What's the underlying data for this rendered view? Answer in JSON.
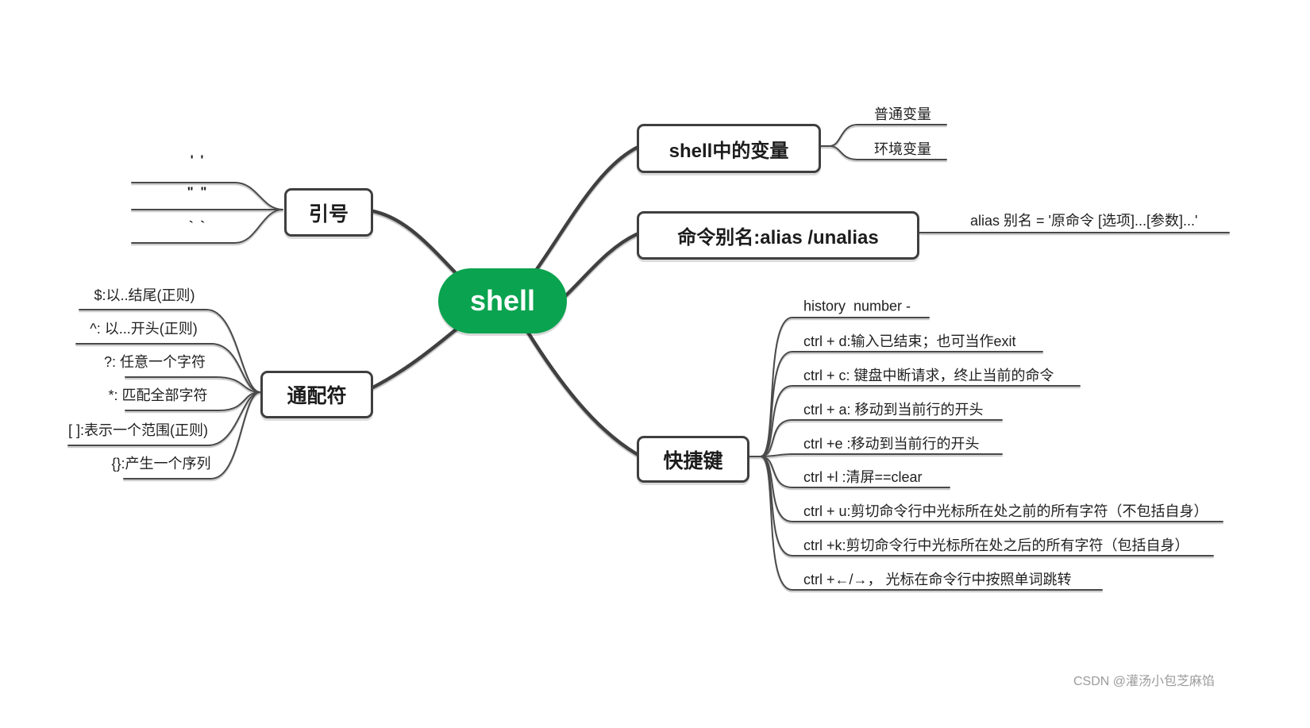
{
  "root": {
    "label": "shell"
  },
  "branches": [
    {
      "label": "引号",
      "children": [
        "' '",
        "\" \"",
        "` `"
      ]
    },
    {
      "label": "shell中的变量",
      "children": [
        "普通变量",
        "环境变量"
      ]
    },
    {
      "label": "命令别名:alias /unalias",
      "children": [
        "alias 别名 = '原命令 [选项]...[参数]...'"
      ]
    },
    {
      "label": "通配符",
      "children": [
        "$:以..结尾(正则)",
        "^: 以...开头(正则)",
        "?: 任意一个字符",
        "*: 匹配全部字符",
        "[ ]:表示一个范围(正则)",
        "{}:产生一个序列"
      ]
    },
    {
      "label": "快捷键",
      "children": [
        "history  number -",
        "ctrl + d:输入已结束；也可当作exit",
        "ctrl + c: 键盘中断请求，终止当前的命令",
        "ctrl + a: 移动到当前行的开头",
        "ctrl +e :移动到当前行的开头",
        "ctrl +l :清屏==clear",
        "ctrl + u:剪切命令行中光标所在处之前的所有字符（不包括自身）",
        "ctrl +k:剪切命令行中光标所在处之后的所有字符（包括自身）",
        "ctrl +←/→， 光标在命令行中按照单词跳转"
      ]
    }
  ],
  "colors": {
    "root_bg": "#0aa34f",
    "root_text": "#ffffff",
    "line": "#3f3f3f",
    "text": "#1f1f1f",
    "watermark": "#9b9b9b"
  },
  "watermark": "CSDN @灌汤小包芝麻馅"
}
